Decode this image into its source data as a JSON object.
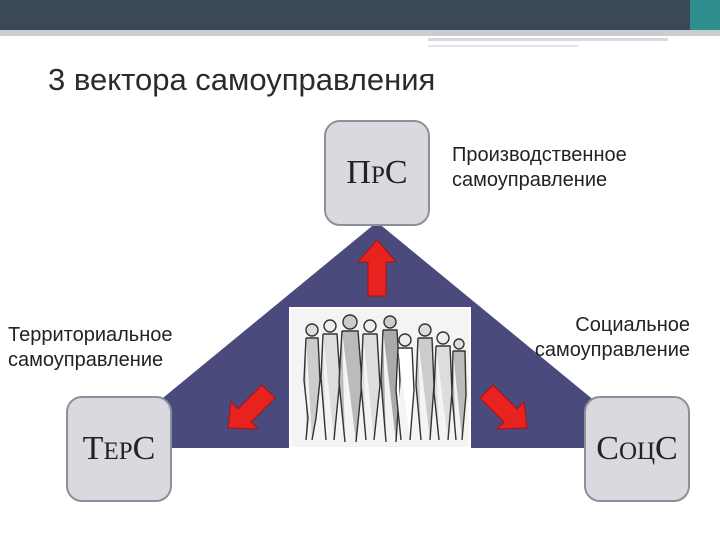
{
  "slide": {
    "title": "3 вектора самоуправления"
  },
  "nodes": {
    "top": {
      "abbr_first": "П",
      "abbr_mid": "Р",
      "abbr_last": "С",
      "label_line1": "Производственное",
      "label_line2": "самоуправление"
    },
    "left": {
      "abbr_first": "Т",
      "abbr_mid": "ЕР",
      "abbr_last": "С",
      "label_line1": "Территориальное",
      "label_line2": "самоуправление"
    },
    "right": {
      "abbr_first": "С",
      "abbr_mid": "ОЦ",
      "abbr_last": "С",
      "label_line1": "Социальное",
      "label_line2": "самоуправление"
    }
  },
  "colors": {
    "triangle": "#4a4a7c",
    "arrow": "#e8231f",
    "box_fill": "#d9d9df",
    "header_bar": "#3a4a5a",
    "accent_bar": "#2e8b8b"
  },
  "image": {
    "name": "group-of-people-illustration"
  }
}
